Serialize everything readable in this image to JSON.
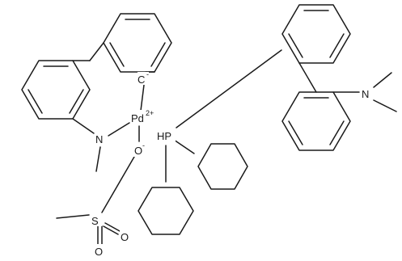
{
  "atoms": {
    "pd": "Pd",
    "pd_charge": "2+",
    "n_amine": "N",
    "carbanion": "C",
    "carbanion_charge": "-",
    "oxygen_anion": "O",
    "oxygen_anion_charge": "-",
    "phosphonium": "HP",
    "sulfur": "S",
    "oxygen_1": "O",
    "oxygen_2": "O",
    "n_dimethyl": "N"
  }
}
